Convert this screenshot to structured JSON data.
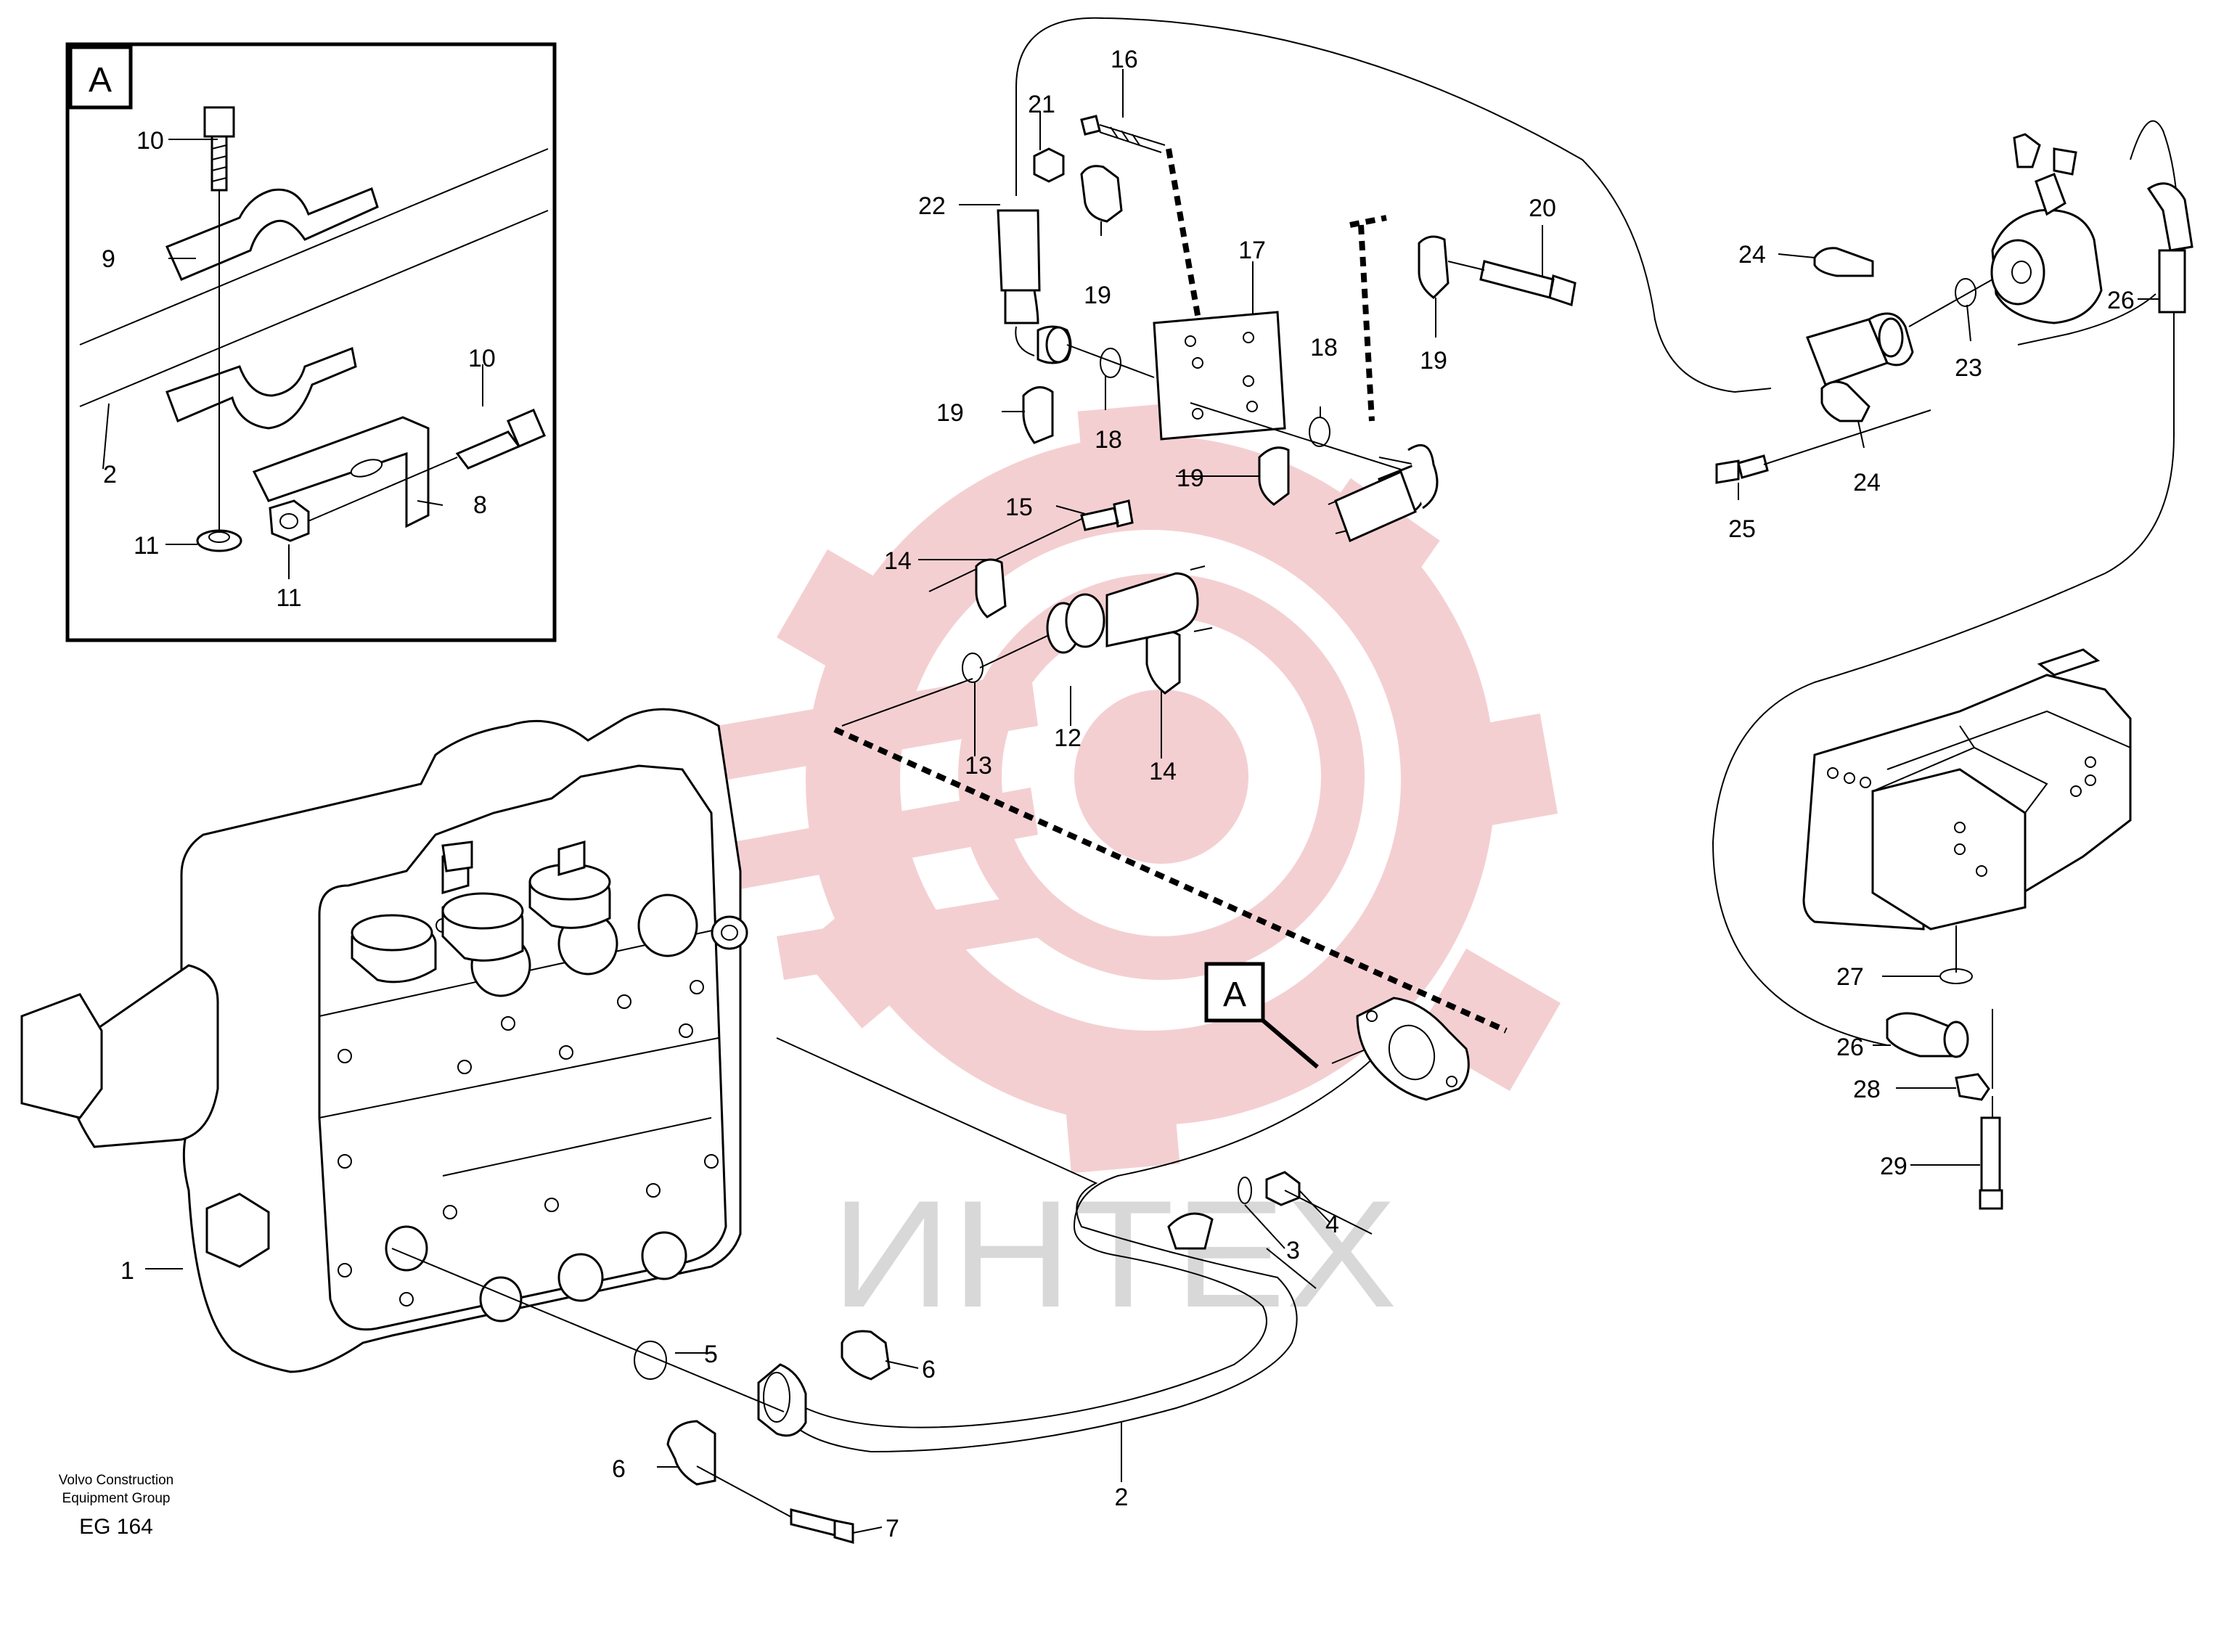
{
  "diagram": {
    "part_labels": {
      "p1": "1",
      "p2": "2",
      "p2_inset": "2",
      "p3": "3",
      "p4": "4",
      "p5": "5",
      "p6_right": "6",
      "p6_left": "6",
      "p7": "7",
      "p8": "8",
      "p9": "9",
      "p10_top": "10",
      "p10_right": "10",
      "p11_left": "11",
      "p11_bottom": "11",
      "p12": "12",
      "p13": "13",
      "p14_upper": "14",
      "p14_lower": "14",
      "p15": "15",
      "p16": "16",
      "p17": "17",
      "p18_left": "18",
      "p18_right": "18",
      "p19_top": "19",
      "p19_left": "19",
      "p19_mid": "19",
      "p19_right": "19",
      "p20": "20",
      "p21": "21",
      "p22": "22",
      "p23": "23",
      "p24_top": "24",
      "p24_bottom": "24",
      "p25": "25",
      "p26_top": "26",
      "p26_bottom": "26",
      "p27": "27",
      "p28": "28",
      "p29": "29"
    },
    "detail_view_label": "A",
    "detail_callout_label": "A"
  },
  "footer": {
    "company_line1": "Volvo Construction",
    "company_line2": "Equipment Group",
    "code": "EG 164"
  },
  "watermark": {
    "text": "ИНТЕХ",
    "gear_color": "#f3c7c9",
    "text_color": "#d8d8d8"
  }
}
